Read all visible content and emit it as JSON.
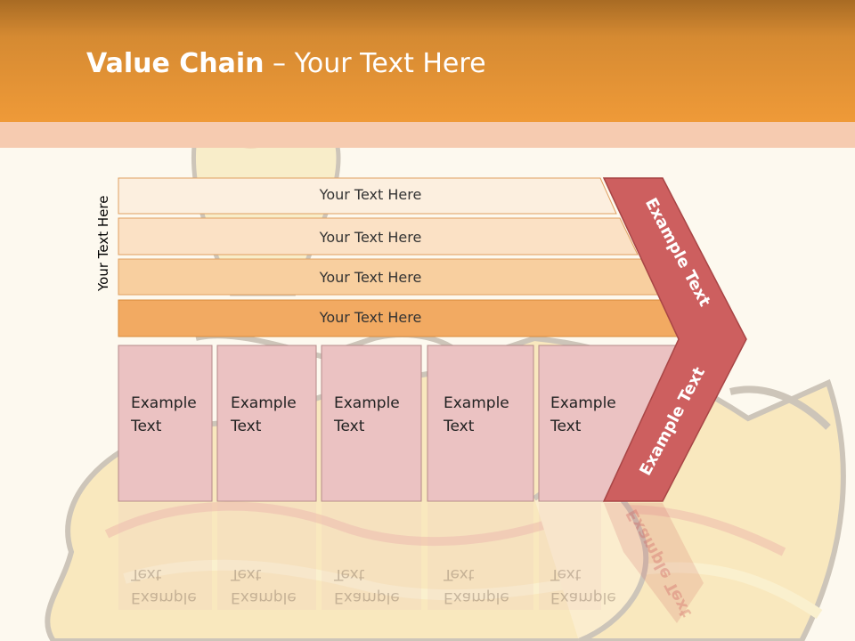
{
  "title": {
    "bold": "Value Chain",
    "rest": " – Your Text Here"
  },
  "side_label": "Your Text Here",
  "rows": [
    {
      "label": "Your Text Here",
      "fill": "#fcefdf"
    },
    {
      "label": "Your Text Here",
      "fill": "#fbe1c5"
    },
    {
      "label": "Your Text Here",
      "fill": "#f8cf9f"
    },
    {
      "label": "Your Text Here",
      "fill": "#f2aa62"
    }
  ],
  "boxes": [
    {
      "line1": "Example",
      "line2": "Text"
    },
    {
      "line1": "Example",
      "line2": "Text"
    },
    {
      "line1": "Example",
      "line2": "Text"
    },
    {
      "line1": "Example",
      "line2": "Text"
    },
    {
      "line1": "Example",
      "line2": "Text"
    }
  ],
  "chevron_upper": "Example Text",
  "chevron_lower": "Example Text",
  "colors": {
    "accent": "#ef9a38",
    "chevron": "#cd5f5f",
    "box": "#ebc2c2"
  }
}
